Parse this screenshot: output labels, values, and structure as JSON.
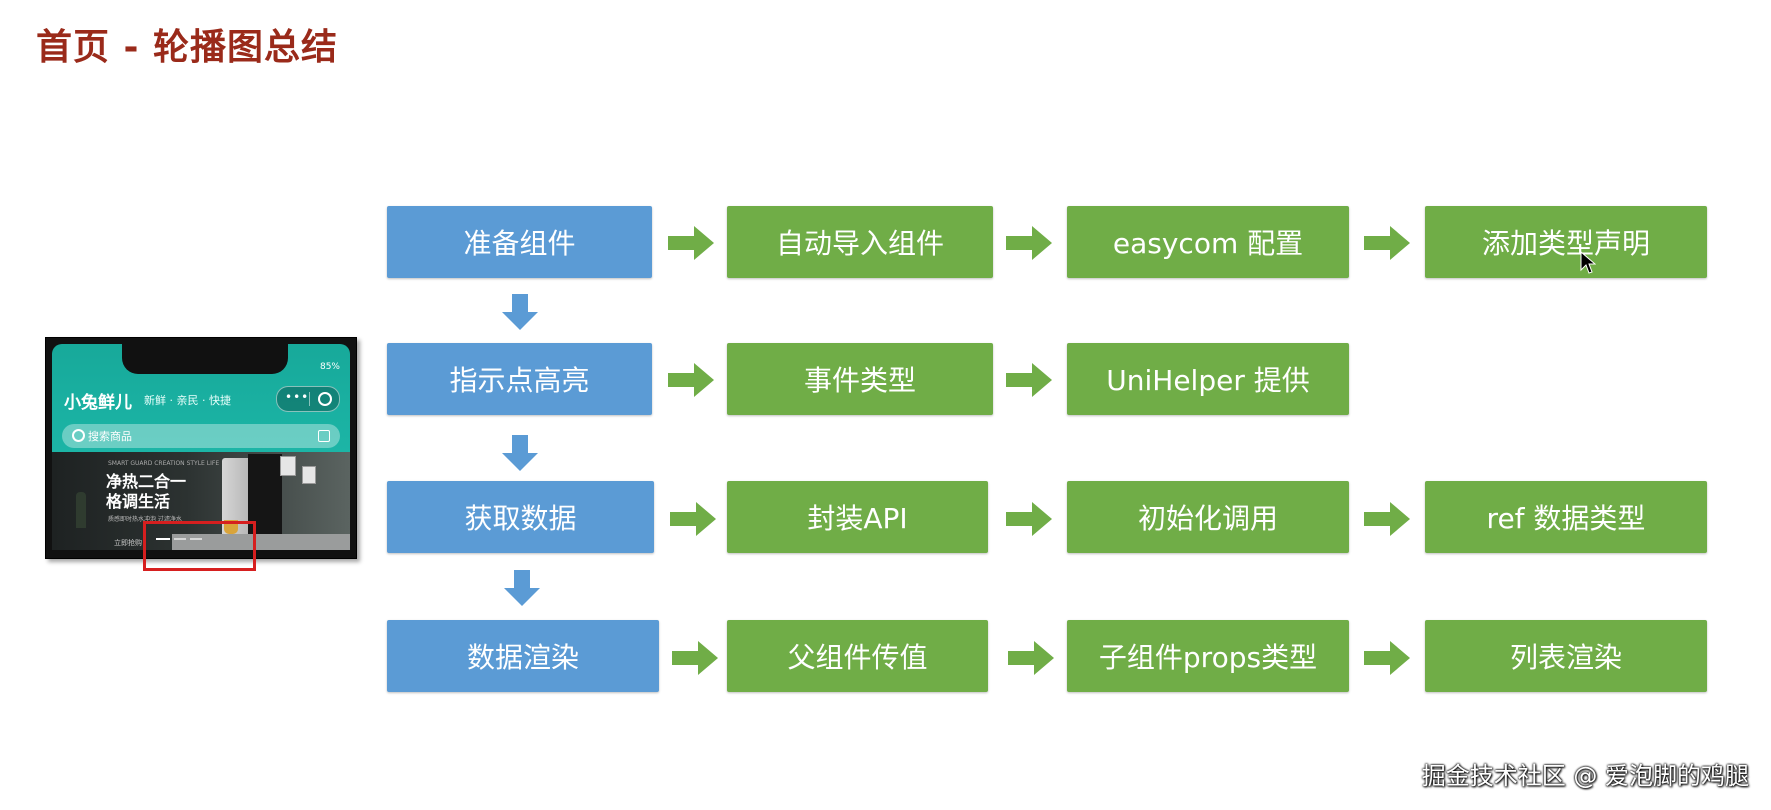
{
  "title": "首页 - 轮播图总结",
  "colors": {
    "title": "#9a2a1a",
    "main_box": "#5b9bd5",
    "detail_box": "#70ad47",
    "arrow": "#70ad47",
    "down_arrow": "#5b9bd5",
    "highlight": "#d61f1f"
  },
  "rows": [
    {
      "main": "准备组件",
      "steps": [
        "自动导入组件",
        "easycom 配置",
        "添加类型声明"
      ]
    },
    {
      "main": "指示点高亮",
      "steps": [
        "事件类型",
        "UniHelper 提供"
      ]
    },
    {
      "main": "获取数据",
      "steps": [
        "封装API",
        "初始化调用",
        "ref 数据类型"
      ]
    },
    {
      "main": "数据渲染",
      "steps": [
        "父组件传值",
        "子组件props类型",
        "列表渲染"
      ]
    }
  ],
  "phone": {
    "battery": "85%",
    "brand": "小兔鲜儿",
    "slogan": "新鲜 · 亲民 · 快捷",
    "search_placeholder": "搜索商品",
    "banner_tag": "SMART GUARD CREATION STYLE LIFE",
    "banner_line1": "净热二合一",
    "banner_line2": "格调生活",
    "banner_sub": "质感即时热水冲泡 过滤净水",
    "banner_button": "立即抢购"
  },
  "watermark": "掘金技术社区 @ 爱泡脚的鸡腿"
}
